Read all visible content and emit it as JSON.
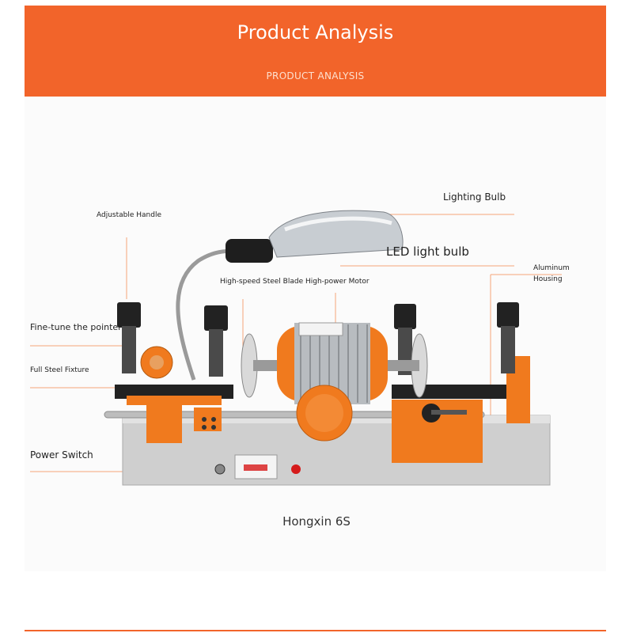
{
  "header": {
    "title": "Product Analysis",
    "subtitle": "PRODUCT ANALYSIS"
  },
  "callouts": {
    "lighting_bulb": "Lighting Bulb",
    "led_bulb": "LED light bulb",
    "adjustable_handle": "Adjustable Handle",
    "motor": "High-speed Steel Blade High-power Motor",
    "aluminum_housing_1": "Aluminum",
    "aluminum_housing_2": "Housing",
    "fine_tune": "Fine-tune the pointer",
    "steel_fixture": "Full Steel Fixture",
    "power_switch": "Power Switch"
  },
  "caption": "Hongxin 6S",
  "colors": {
    "accent": "#f2642a",
    "machine_orange": "#f07a1e",
    "base_gray": "#c9c9c9"
  }
}
